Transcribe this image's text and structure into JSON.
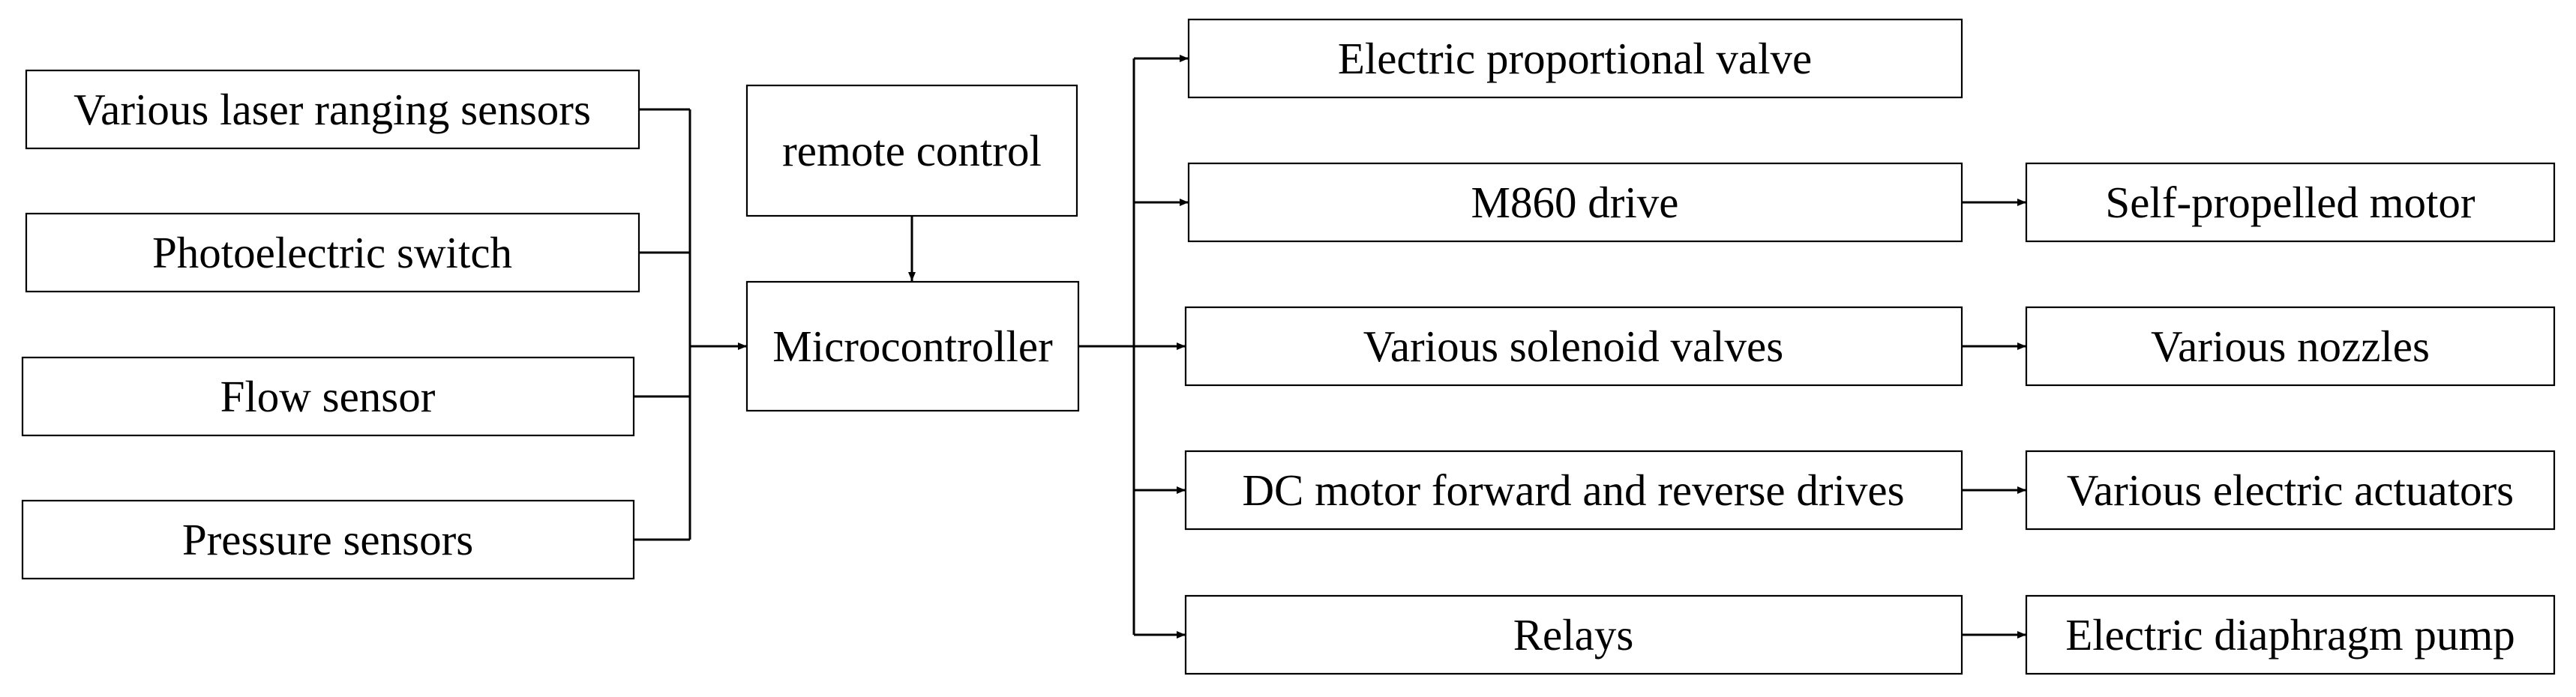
{
  "nodes": {
    "laser": "Various laser ranging sensors",
    "photo": "Photoelectric switch",
    "flow": "Flow sensor",
    "pressure": "Pressure sensors",
    "remote": "remote control",
    "mcu": "Microcontroller",
    "valve": "Electric proportional valve",
    "m860": "M860 drive",
    "solenoid": "Various solenoid valves",
    "dcmotor": "DC motor forward and reverse drives",
    "relays": "Relays",
    "selfprop": "Self-propelled motor",
    "nozzles": "Various nozzles",
    "actuators": "Various electric actuators",
    "pump": "Electric diaphragm pump"
  },
  "edges": [
    {
      "from": "laser",
      "to": "mcu"
    },
    {
      "from": "photo",
      "to": "mcu"
    },
    {
      "from": "flow",
      "to": "mcu"
    },
    {
      "from": "pressure",
      "to": "mcu"
    },
    {
      "from": "remote",
      "to": "mcu"
    },
    {
      "from": "mcu",
      "to": "valve"
    },
    {
      "from": "mcu",
      "to": "m860"
    },
    {
      "from": "mcu",
      "to": "solenoid"
    },
    {
      "from": "mcu",
      "to": "dcmotor"
    },
    {
      "from": "mcu",
      "to": "relays"
    },
    {
      "from": "m860",
      "to": "selfprop"
    },
    {
      "from": "solenoid",
      "to": "nozzles"
    },
    {
      "from": "dcmotor",
      "to": "actuators"
    },
    {
      "from": "relays",
      "to": "pump"
    }
  ]
}
